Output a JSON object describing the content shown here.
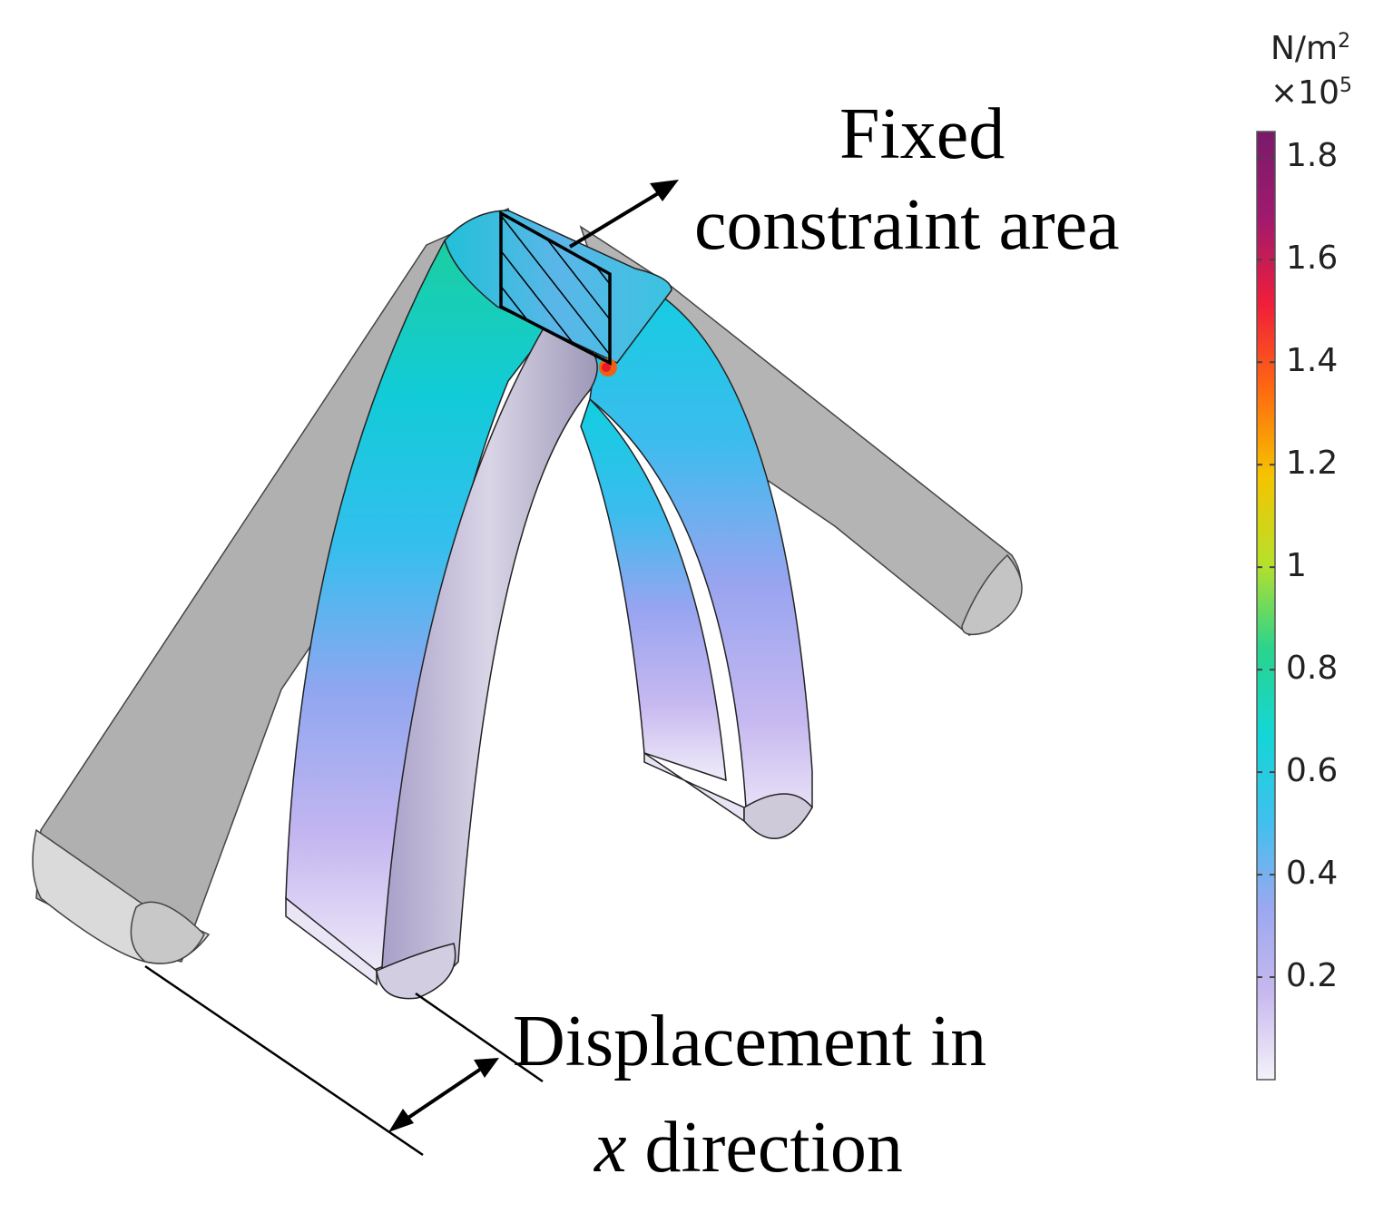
{
  "annotations": {
    "fixed_line1": "Fixed",
    "fixed_line2": "constraint area",
    "disp_line1": "Displacement in",
    "disp_x": "x",
    "disp_line2_rest": " direction"
  },
  "colorbar": {
    "unit": "N/m",
    "unit_exp": "2",
    "scale_prefix": "×10",
    "scale_exp": "5",
    "min": 0,
    "max": 1.85,
    "ticks": [
      {
        "value": 1.8,
        "label": "1.8"
      },
      {
        "value": 1.6,
        "label": "1.6"
      },
      {
        "value": 1.4,
        "label": "1.4"
      },
      {
        "value": 1.2,
        "label": "1.2"
      },
      {
        "value": 1.0,
        "label": "1"
      },
      {
        "value": 0.8,
        "label": "0.8"
      },
      {
        "value": 0.6,
        "label": "0.6"
      },
      {
        "value": 0.4,
        "label": "0.4"
      },
      {
        "value": 0.2,
        "label": "0.2"
      }
    ],
    "colors": [
      "#f4f2fa",
      "#c8b8ee",
      "#9aa8f0",
      "#3fc0ee",
      "#14d6d6",
      "#2ad48c",
      "#b8e02a",
      "#f5c400",
      "#ff6a10",
      "#f01e3a",
      "#a01a6e",
      "#7a1a6a"
    ]
  }
}
